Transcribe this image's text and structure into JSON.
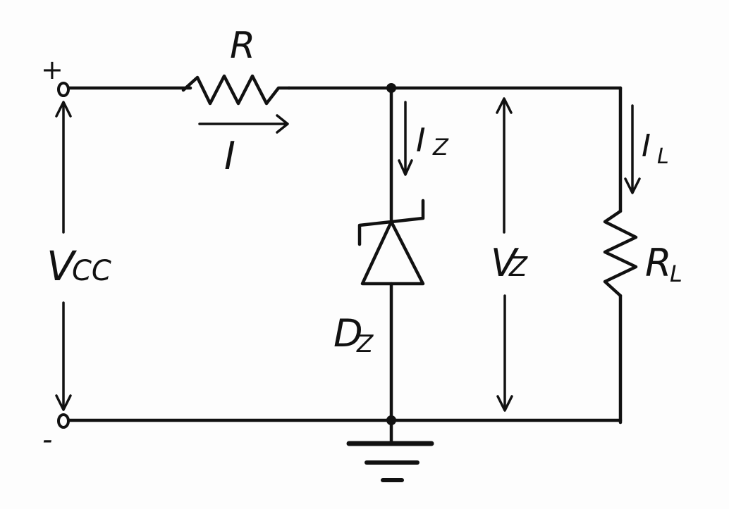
{
  "labels": {
    "resistor": "R",
    "current": "I",
    "zener_current": "I",
    "zener_current_sub": "Z",
    "load_current": "I",
    "load_current_sub": "L",
    "supply_voltage": "V",
    "supply_voltage_sub": "CC",
    "zener_voltage": "V",
    "zener_voltage_sub": "Z",
    "load_resistor": "R",
    "load_resistor_sub": "L",
    "diode": "D",
    "diode_sub": "Z",
    "plus_terminal": "+",
    "minus_terminal": "-"
  }
}
